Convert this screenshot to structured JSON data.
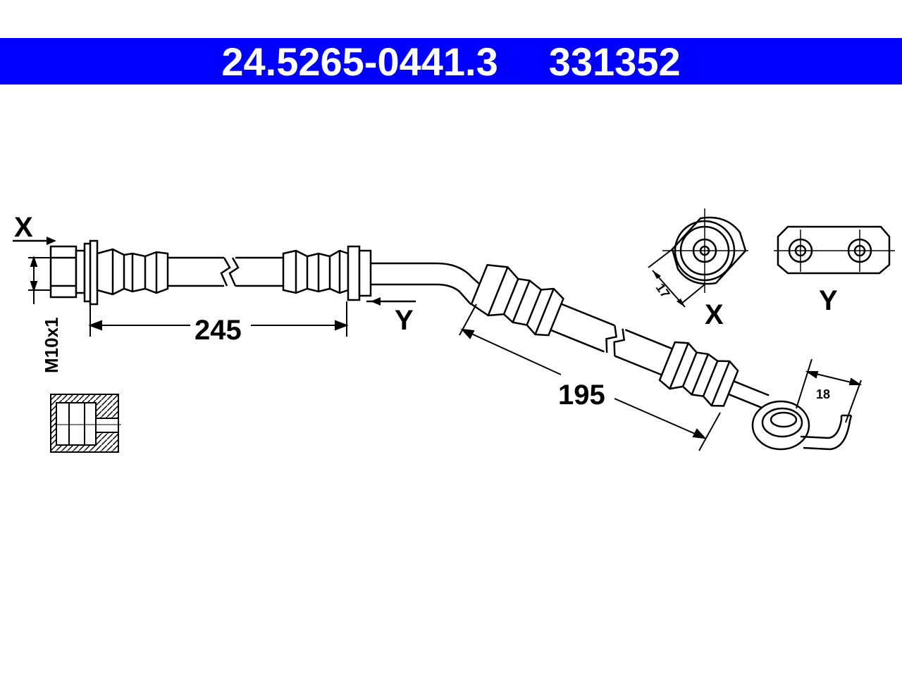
{
  "header": {
    "article_number": "24.5265-0441.3",
    "reference_number": "331352",
    "bar_color": "#0000ff",
    "text_color": "#ffffff"
  },
  "labels": {
    "end_x": "X",
    "end_y": "Y",
    "thread": "M10x1",
    "length_straight": "245",
    "length_angled": "195",
    "detail_x": "X",
    "detail_y": "Y",
    "wrench_size": "17",
    "banjo_size": "18"
  }
}
